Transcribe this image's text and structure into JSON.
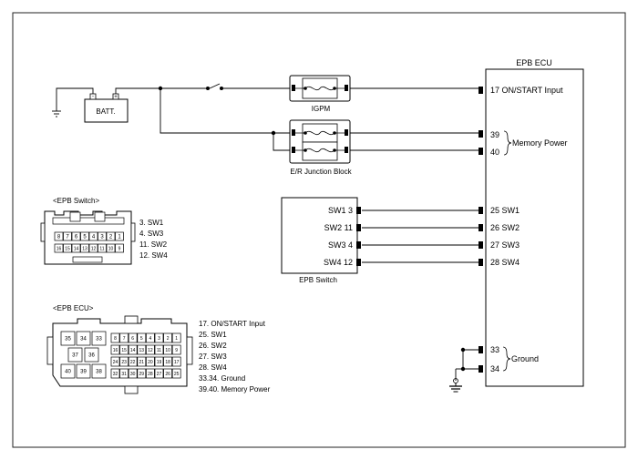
{
  "frame": {
    "border_color": "#222222"
  },
  "ecu_box": {
    "title": "EPB ECU"
  },
  "battery": {
    "label": "BATT.",
    "neg": "-",
    "pos": "+"
  },
  "igpm": {
    "label": "IGPM"
  },
  "junction": {
    "label": "E/R Junction Block"
  },
  "epb_switch": {
    "label": "EPB Switch",
    "pins": [
      "SW1 3",
      "SW2 11",
      "SW3 4",
      "SW4 12"
    ]
  },
  "ecu_pins": {
    "on_start": "17 ON/START Input",
    "mem1": "39",
    "mem2": "40",
    "memory_power": "Memory Power",
    "sw1": "25 SW1",
    "sw2": "26 SW2",
    "sw3": "27 SW3",
    "sw4": "28 SW4",
    "gnd1": "33",
    "gnd2": "34",
    "ground": "Ground"
  },
  "switch_connector": {
    "title": "<EPB Switch>",
    "row1": [
      "8",
      "7",
      "6",
      "5",
      "4",
      "3",
      "2",
      "1"
    ],
    "row2": [
      "16",
      "15",
      "14",
      "13",
      "12",
      "11",
      "10",
      "9"
    ],
    "legend": [
      "3. SW1",
      "4. SW3",
      "11. SW2",
      "12. SW4"
    ]
  },
  "ecu_connector": {
    "title": "<EPB ECU>",
    "big_pins": [
      "35",
      "34",
      "33",
      "37",
      "36",
      "40",
      "39",
      "38"
    ],
    "row1": [
      "8",
      "7",
      "6",
      "5",
      "4",
      "3",
      "2",
      "1"
    ],
    "row2": [
      "16",
      "15",
      "14",
      "13",
      "12",
      "11",
      "10",
      "9"
    ],
    "row3": [
      "24",
      "23",
      "22",
      "21",
      "20",
      "19",
      "18",
      "17"
    ],
    "row4": [
      "32",
      "31",
      "30",
      "29",
      "28",
      "27",
      "26",
      "25"
    ],
    "legend": [
      "17. ON/START Input",
      "25. SW1",
      "26. SW2",
      "27. SW3",
      "28. SW4",
      "33.34. Ground",
      "39.40. Memory Power"
    ]
  }
}
